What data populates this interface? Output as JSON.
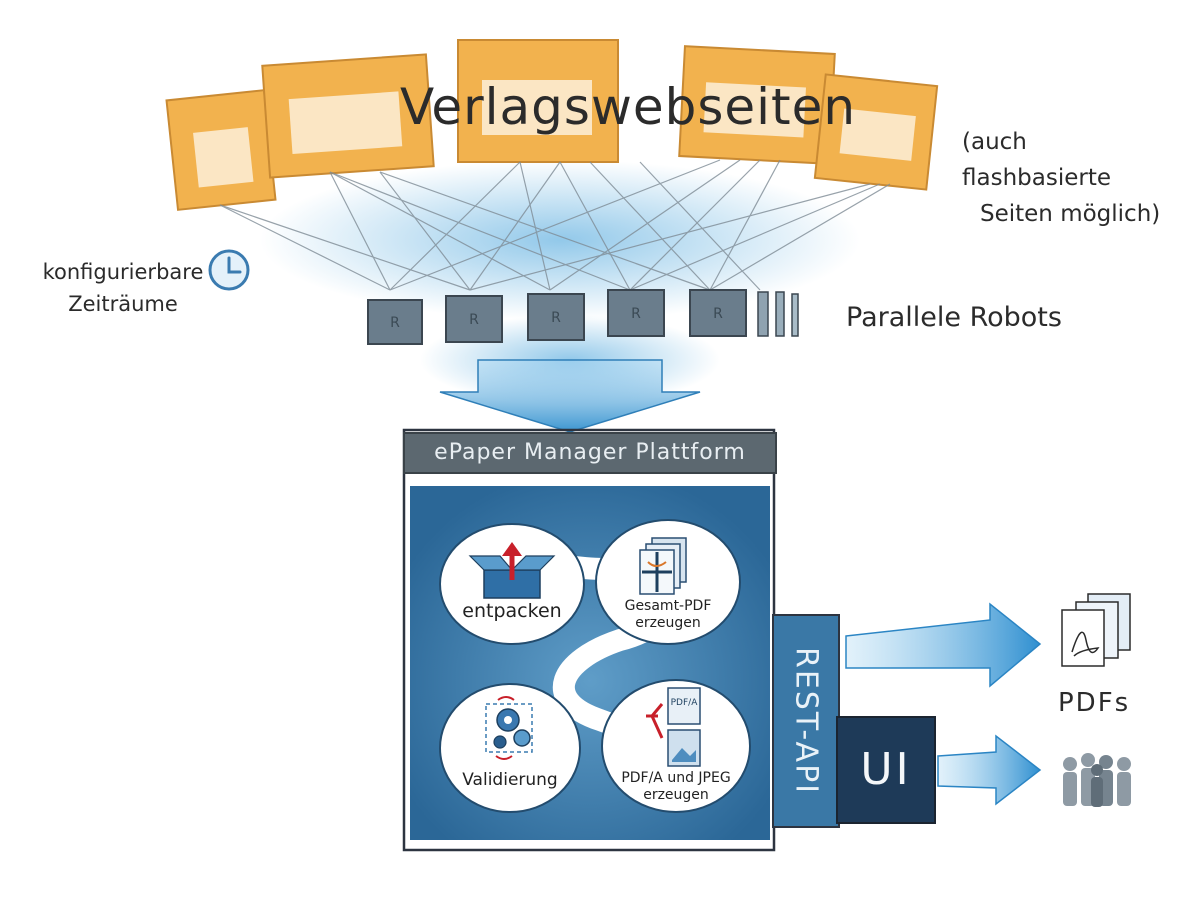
{
  "title": "Verlagswebseiten",
  "note_line1": "(auch flashbasierte",
  "note_line2": "Seiten möglich)",
  "schedule_line1": "konfigurierbare",
  "schedule_line2": "Zeiträume",
  "robots": {
    "label": "Parallele Robots",
    "marker": "R"
  },
  "platform": {
    "title": "ePaper Manager Plattform",
    "stages": {
      "unpack": "entpacken",
      "total_pdf_line1": "Gesamt-PDF",
      "total_pdf_line2": "erzeugen",
      "validate": "Validierung",
      "pdfa_line1": "PDF/A und JPEG",
      "pdfa_line2": "erzeugen",
      "pdfa_doc": "PDF/A"
    }
  },
  "rest_api": "REST-API",
  "ui": "UI",
  "pdfs": "PDFs",
  "colors": {
    "website_orange": "#f2b24e",
    "platform_blue": "#2f6f9f",
    "arrow_blue": "#4aa3d6",
    "robot_gray": "#6a7d8c",
    "accent_red": "#c8202a"
  }
}
